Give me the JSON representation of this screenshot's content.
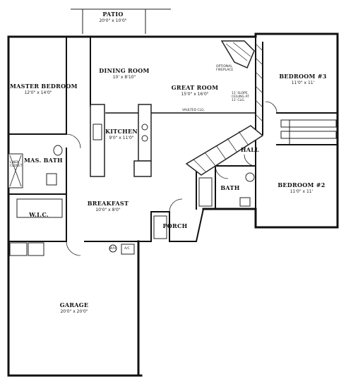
{
  "rooms": {
    "patio": {
      "name": "PATIO",
      "size": "20'0\" x 10'0\""
    },
    "master_bedroom": {
      "name": "MASTER BEDROOM",
      "size": "12'0\" x 14'0\""
    },
    "dining_room": {
      "name": "DINING ROOM",
      "size": "10' x 8'10\""
    },
    "great_room": {
      "name": "GREAT ROOM",
      "size": "15'0\" x 16'0\""
    },
    "bedroom_3": {
      "name": "BEDROOM #3",
      "size": "11'0\" x 11'"
    },
    "kitchen": {
      "name": "KITCHEN",
      "size": "9'0\" x 11'0\""
    },
    "hall": {
      "name": "HALL"
    },
    "master_bath": {
      "name": "MAS. BATH"
    },
    "bath": {
      "name": "BATH"
    },
    "bedroom_2": {
      "name": "BEDROOM #2",
      "size": "11'0\" x 11'"
    },
    "wic": {
      "name": "W.I.C."
    },
    "breakfast": {
      "name": "BREAKFAST",
      "size": "10'0\" x 8'0\""
    },
    "porch": {
      "name": "PORCH"
    },
    "garage": {
      "name": "GARAGE",
      "size": "20'0\" x 20'0\""
    }
  },
  "notes": {
    "fireplace": [
      "OPTIONAL",
      "FIREPLACE"
    ],
    "ceiling": [
      "11' SLOPE",
      "CEILING AT",
      "11' CLG."
    ],
    "vaulted": "VAULTED CLG.",
    "linen": [
      "LINEN",
      "CLOSET"
    ],
    "water_heater": "W/H",
    "ac": "A/C"
  }
}
